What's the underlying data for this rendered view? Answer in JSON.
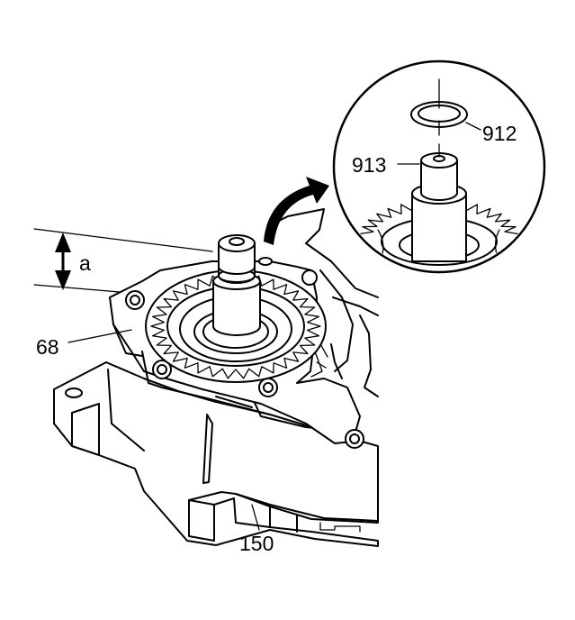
{
  "labels": {
    "dimension": "a",
    "ring": "912",
    "shaft_top": "913",
    "housing": "68",
    "base": "150"
  },
  "colors": {
    "line": "#000000",
    "background": "#ffffff"
  },
  "icons": {
    "dimension_arrow": "double-headed-vertical-arrow",
    "detail_arrow": "curved-arrow"
  }
}
